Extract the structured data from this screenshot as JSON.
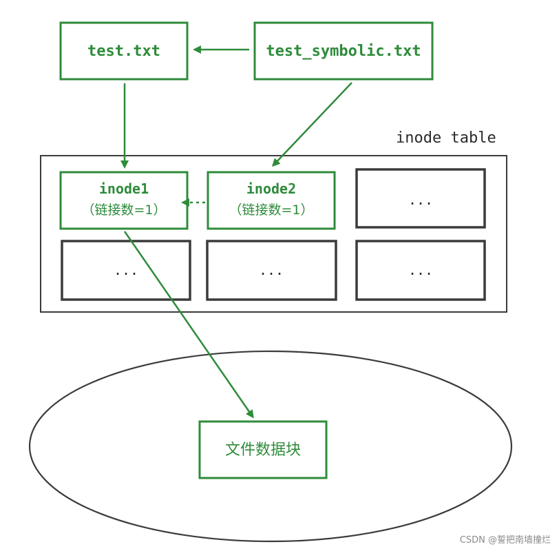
{
  "files": {
    "regular": "test.txt",
    "symlink": "test_symbolic.txt"
  },
  "inode_table": {
    "label": "inode table",
    "inode1": {
      "name": "inode1",
      "links": "（链接数=1）"
    },
    "inode2": {
      "name": "inode2",
      "links": "（链接数=1）"
    },
    "placeholder": "..."
  },
  "data_block": "文件数据块",
  "watermark": "CSDN @誓把南墙撞烂",
  "colors": {
    "green": "#2e8b3a",
    "dark": "#3b3b3b"
  }
}
